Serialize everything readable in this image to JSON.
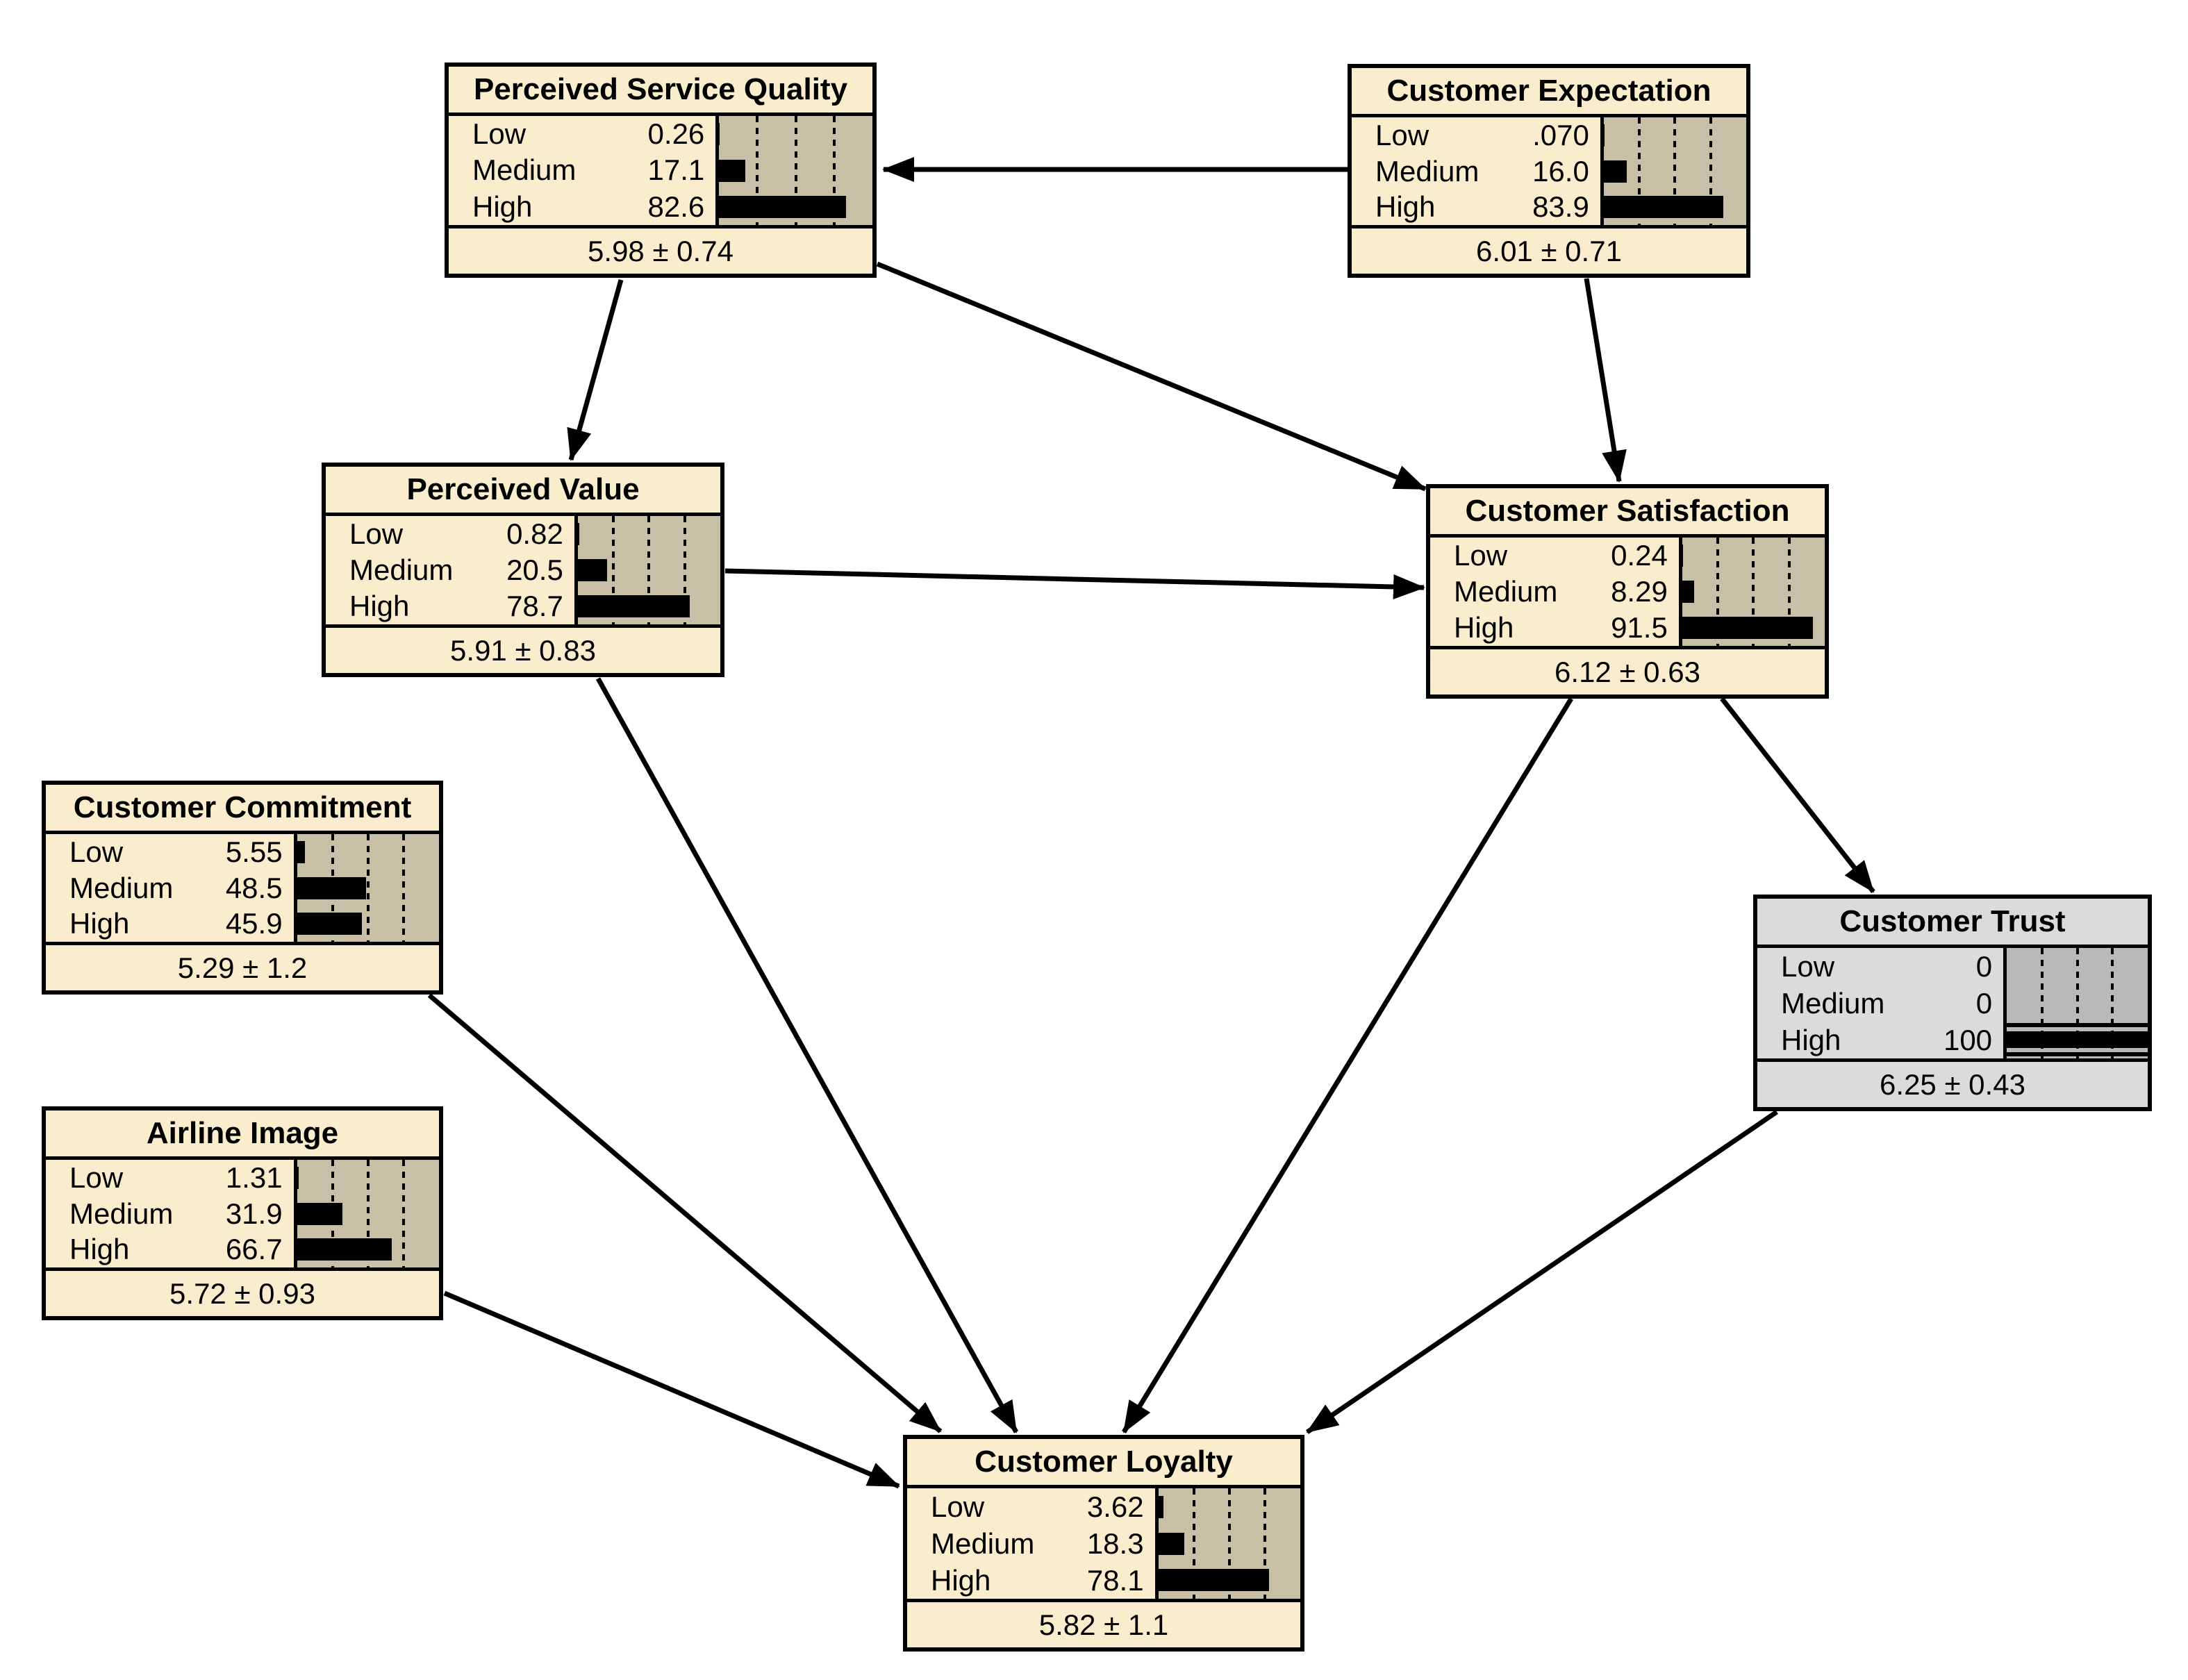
{
  "app": {
    "description": "Bayesian belief network of airline customer loyalty"
  },
  "colors": {
    "node_fill": "#FAEDCE",
    "bar_panel_fill": "#C8BFA7",
    "evidence_node_fill": "#DBDBDB",
    "evidence_bar_panel_fill": "#B9B9B9",
    "bar_color": "#000000",
    "line_color": "#000000"
  },
  "nodes": [
    {
      "id": "perceived-service-quality",
      "title": "Perceived Service Quality",
      "states": [
        {
          "label": "Low",
          "value": "0.26",
          "pct": 0.26
        },
        {
          "label": "Medium",
          "value": "17.1",
          "pct": 17.1
        },
        {
          "label": "High",
          "value": "82.6",
          "pct": 82.6
        }
      ],
      "mean": "5.98 ± 0.74"
    },
    {
      "id": "customer-expectation",
      "title": "Customer Expectation",
      "states": [
        {
          "label": "Low",
          "value": ".070",
          "pct": 0.07
        },
        {
          "label": "Medium",
          "value": "16.0",
          "pct": 16.0
        },
        {
          "label": "High",
          "value": "83.9",
          "pct": 83.9
        }
      ],
      "mean": "6.01 ± 0.71"
    },
    {
      "id": "perceived-value",
      "title": "Perceived Value",
      "states": [
        {
          "label": "Low",
          "value": "0.82",
          "pct": 0.82
        },
        {
          "label": "Medium",
          "value": "20.5",
          "pct": 20.5
        },
        {
          "label": "High",
          "value": "78.7",
          "pct": 78.7
        }
      ],
      "mean": "5.91 ± 0.83"
    },
    {
      "id": "customer-satisfaction",
      "title": "Customer Satisfaction",
      "states": [
        {
          "label": "Low",
          "value": "0.24",
          "pct": 0.24
        },
        {
          "label": "Medium",
          "value": "8.29",
          "pct": 8.29
        },
        {
          "label": "High",
          "value": "91.5",
          "pct": 91.5
        }
      ],
      "mean": "6.12 ± 0.63"
    },
    {
      "id": "customer-commitment",
      "title": "Customer Commitment",
      "states": [
        {
          "label": "Low",
          "value": "5.55",
          "pct": 5.55
        },
        {
          "label": "Medium",
          "value": "48.5",
          "pct": 48.5
        },
        {
          "label": "High",
          "value": "45.9",
          "pct": 45.9
        }
      ],
      "mean": "5.29 ± 1.2"
    },
    {
      "id": "airline-image",
      "title": "Airline Image",
      "states": [
        {
          "label": "Low",
          "value": "1.31",
          "pct": 1.31
        },
        {
          "label": "Medium",
          "value": "31.9",
          "pct": 31.9
        },
        {
          "label": "High",
          "value": "66.7",
          "pct": 66.7
        }
      ],
      "mean": "5.72 ± 0.93"
    },
    {
      "id": "customer-trust",
      "title": "Customer Trust",
      "evidence": true,
      "states": [
        {
          "label": "Low",
          "value": "0",
          "pct": 0
        },
        {
          "label": "Medium",
          "value": "0",
          "pct": 0
        },
        {
          "label": "High",
          "value": "100",
          "pct": 100,
          "evidence": true
        }
      ],
      "mean": "6.25 ± 0.43"
    },
    {
      "id": "customer-loyalty",
      "title": "Customer Loyalty",
      "states": [
        {
          "label": "Low",
          "value": "3.62",
          "pct": 3.62
        },
        {
          "label": "Medium",
          "value": "18.3",
          "pct": 18.3
        },
        {
          "label": "High",
          "value": "78.1",
          "pct": 78.1
        }
      ],
      "mean": "5.82 ± 1.1"
    }
  ],
  "edges": [
    {
      "from": "customer-expectation",
      "to": "perceived-service-quality"
    },
    {
      "from": "perceived-service-quality",
      "to": "perceived-value"
    },
    {
      "from": "perceived-service-quality",
      "to": "customer-satisfaction"
    },
    {
      "from": "customer-expectation",
      "to": "customer-satisfaction"
    },
    {
      "from": "perceived-value",
      "to": "customer-satisfaction"
    },
    {
      "from": "perceived-value",
      "to": "customer-loyalty"
    },
    {
      "from": "customer-satisfaction",
      "to": "customer-trust"
    },
    {
      "from": "customer-satisfaction",
      "to": "customer-loyalty"
    },
    {
      "from": "customer-commitment",
      "to": "customer-loyalty"
    },
    {
      "from": "airline-image",
      "to": "customer-loyalty"
    },
    {
      "from": "customer-trust",
      "to": "customer-loyalty"
    }
  ]
}
